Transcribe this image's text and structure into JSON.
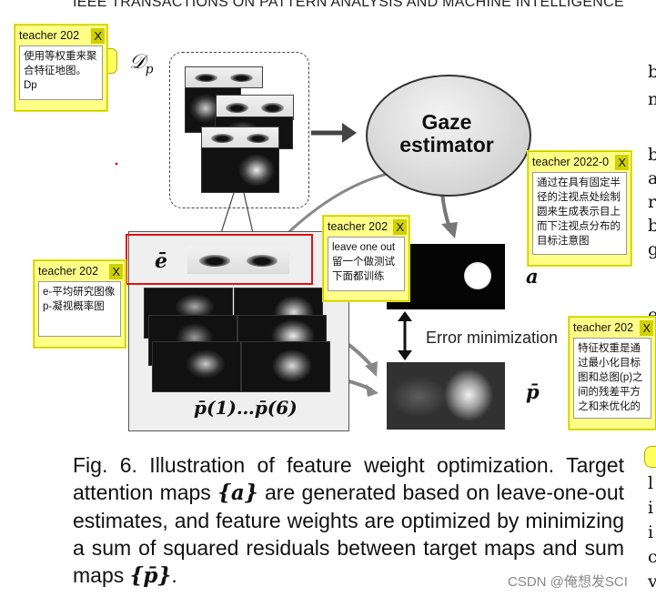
{
  "header": "IEEE TRANSACTIONS ON PATTERN ANALYSIS AND MACHINE INTELLIGENCE",
  "right_edge_letters": [
    "b",
    "n",
    "b",
    "a",
    "r",
    "b",
    "g",
    "e",
    "i",
    "l",
    "i",
    "i",
    "c",
    "v"
  ],
  "figure": {
    "dp_label": "𝒟",
    "dp_sub": "p",
    "gaze_estimator_line1": "Gaze",
    "gaze_estimator_line2": "estimator",
    "e_bar": "ē",
    "a_label": "a",
    "p_bar_label": "p̄",
    "p_range": "p̄(1)…p̄(6)",
    "error_min": "Error minimization"
  },
  "caption": {
    "prefix": "Fig. 6.  Illustration of feature weight optimization. Target attention maps ",
    "a_set": "{a}",
    "middle": " are generated based on leave-one-out estimates, and feature weights are optimized by minimizing a sum of squared residuals between target maps and sum maps ",
    "p_set": "{p̄}",
    "suffix": "."
  },
  "watermark": "CSDN @俺想发SCI",
  "notes": [
    {
      "title": "teacher 202",
      "close": "X",
      "body": "使用等权重来聚合特征地图。Dp"
    },
    {
      "title": "teacher 2022-0",
      "close": "X",
      "body": "通过在具有固定半径的注视点处绘制圆来生成表示目上而下注视点分布的目标注意图"
    },
    {
      "title": "teacher 202",
      "close": "X",
      "body": "leave one out 留一个做测试 下面都训练"
    },
    {
      "title": "teacher 202",
      "close": "X",
      "body": "e-平均研究图像 p-凝视概率图"
    },
    {
      "title": "teacher 202",
      "close": "X",
      "body": "特征权重是通过最小化目标图和总图(p)之间的残差平方之和来优化的"
    }
  ],
  "colors": {
    "note_bg": "#ffff88",
    "red_highlight": "#e01010"
  }
}
